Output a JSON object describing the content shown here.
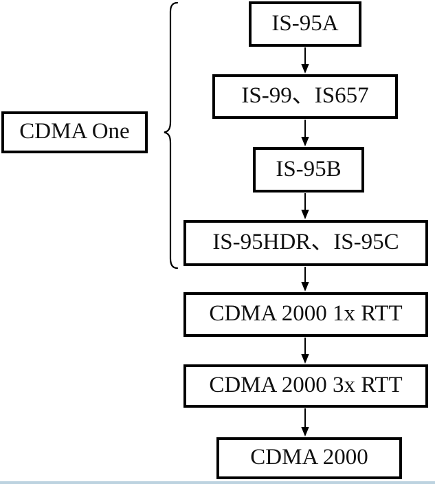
{
  "flowchart": {
    "group_label": "CDMA One",
    "nodes": [
      {
        "label": "IS-95A"
      },
      {
        "label": "IS-99、IS657"
      },
      {
        "label": "IS-95B"
      },
      {
        "label": "IS-95HDR、IS-95C"
      },
      {
        "label": "CDMA 2000 1x RTT"
      },
      {
        "label": "CDMA 2000 3x RTT"
      },
      {
        "label": "CDMA 2000"
      }
    ],
    "connector_icons": [
      "curly-brace",
      "arrow-down"
    ],
    "colors": {
      "line": "#000000",
      "box_border": "#000000",
      "background": "#ffffff",
      "bottom_edge_line": "#bdd3e0"
    }
  }
}
